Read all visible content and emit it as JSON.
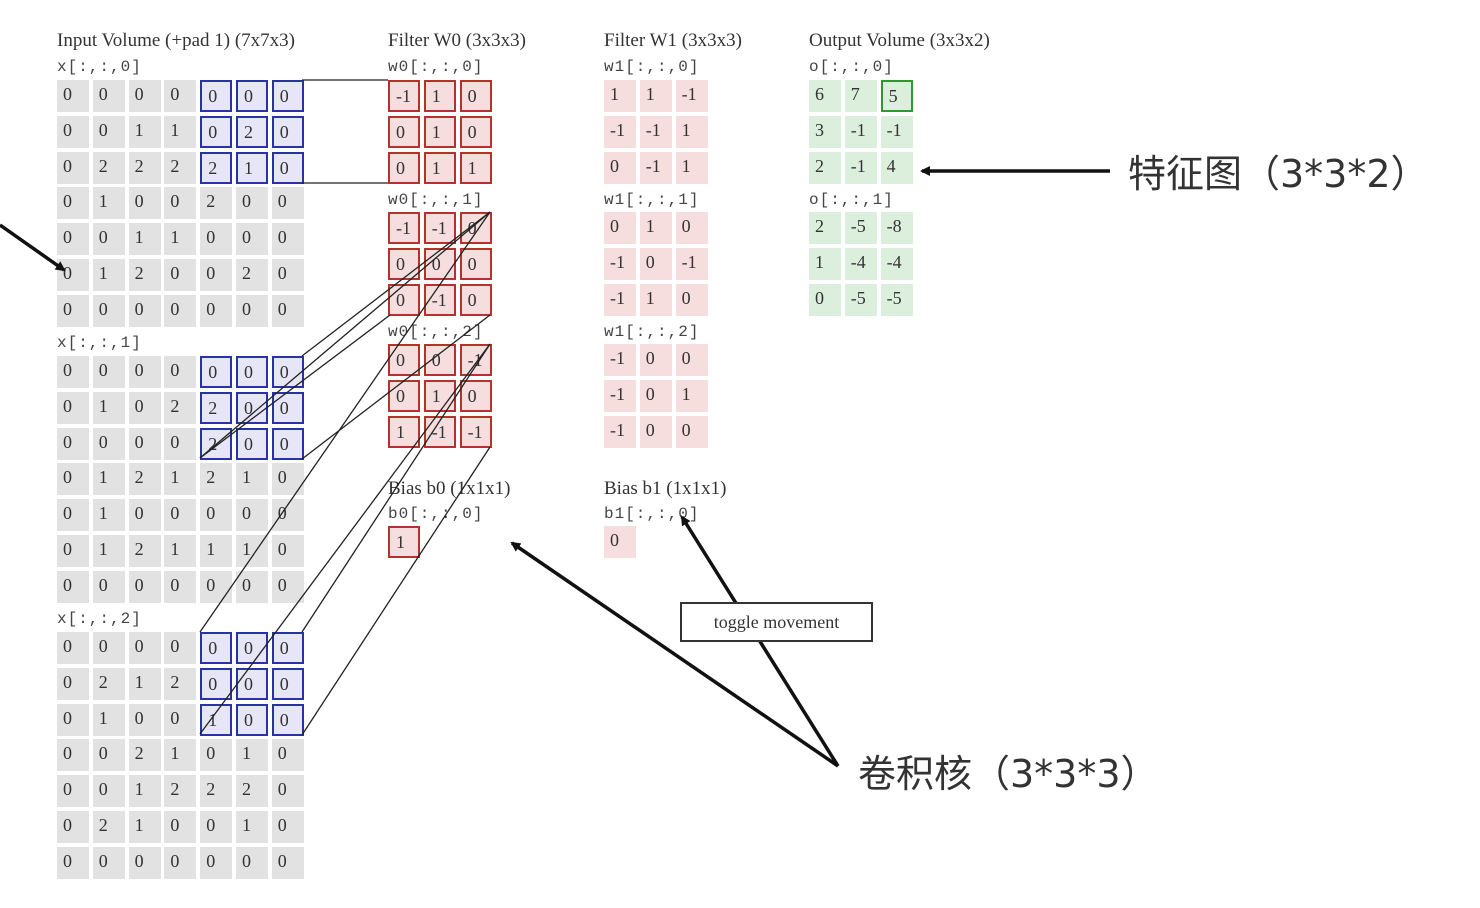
{
  "titles": {
    "input": "Input Volume (+pad 1) (7x7x3)",
    "w0": "Filter W0 (3x3x3)",
    "w1": "Filter W1 (3x3x3)",
    "out": "Output Volume (3x3x2)",
    "b0": "Bias b0 (1x1x1)",
    "b1": "Bias b1 (1x1x1)"
  },
  "labels": {
    "x0": "x[:,:,0]",
    "x1": "x[:,:,1]",
    "x2": "x[:,:,2]",
    "w00": "w0[:,:,0]",
    "w01": "w0[:,:,1]",
    "w02": "w0[:,:,2]",
    "w10": "w1[:,:,0]",
    "w11": "w1[:,:,1]",
    "w12": "w1[:,:,2]",
    "o0": "o[:,:,0]",
    "o1": "o[:,:,1]",
    "b0": "b0[:,:,0]",
    "b1": "b1[:,:,0]"
  },
  "input": [
    [
      [
        0,
        0,
        0,
        0,
        0,
        0,
        0
      ],
      [
        0,
        0,
        1,
        1,
        0,
        2,
        0
      ],
      [
        0,
        2,
        2,
        2,
        2,
        1,
        0
      ],
      [
        0,
        1,
        0,
        0,
        2,
        0,
        0
      ],
      [
        0,
        0,
        1,
        1,
        0,
        0,
        0
      ],
      [
        0,
        1,
        2,
        0,
        0,
        2,
        0
      ],
      [
        0,
        0,
        0,
        0,
        0,
        0,
        0
      ]
    ],
    [
      [
        0,
        0,
        0,
        0,
        0,
        0,
        0
      ],
      [
        0,
        1,
        0,
        2,
        2,
        0,
        0
      ],
      [
        0,
        0,
        0,
        0,
        2,
        0,
        0
      ],
      [
        0,
        1,
        2,
        1,
        2,
        1,
        0
      ],
      [
        0,
        1,
        0,
        0,
        0,
        0,
        0
      ],
      [
        0,
        1,
        2,
        1,
        1,
        1,
        0
      ],
      [
        0,
        0,
        0,
        0,
        0,
        0,
        0
      ]
    ],
    [
      [
        0,
        0,
        0,
        0,
        0,
        0,
        0
      ],
      [
        0,
        2,
        1,
        2,
        0,
        0,
        0
      ],
      [
        0,
        1,
        0,
        0,
        1,
        0,
        0
      ],
      [
        0,
        0,
        2,
        1,
        0,
        1,
        0
      ],
      [
        0,
        0,
        1,
        2,
        2,
        2,
        0
      ],
      [
        0,
        2,
        1,
        0,
        0,
        1,
        0
      ],
      [
        0,
        0,
        0,
        0,
        0,
        0,
        0
      ]
    ]
  ],
  "w0": [
    [
      [
        -1,
        1,
        0
      ],
      [
        0,
        1,
        0
      ],
      [
        0,
        1,
        1
      ]
    ],
    [
      [
        -1,
        -1,
        0
      ],
      [
        0,
        0,
        0
      ],
      [
        0,
        -1,
        0
      ]
    ],
    [
      [
        0,
        0,
        -1
      ],
      [
        0,
        1,
        0
      ],
      [
        1,
        -1,
        -1
      ]
    ]
  ],
  "w1": [
    [
      [
        1,
        1,
        -1
      ],
      [
        -1,
        -1,
        1
      ],
      [
        0,
        -1,
        1
      ]
    ],
    [
      [
        0,
        1,
        0
      ],
      [
        -1,
        0,
        -1
      ],
      [
        -1,
        1,
        0
      ]
    ],
    [
      [
        -1,
        0,
        0
      ],
      [
        -1,
        0,
        1
      ],
      [
        -1,
        0,
        0
      ]
    ]
  ],
  "output": [
    [
      [
        6,
        7,
        5
      ],
      [
        3,
        -1,
        -1
      ],
      [
        2,
        -1,
        4
      ]
    ],
    [
      [
        2,
        -5,
        -8
      ],
      [
        1,
        -4,
        -4
      ],
      [
        0,
        -5,
        -5
      ]
    ]
  ],
  "b0": 1,
  "b1": 0,
  "toggle_label": "toggle movement",
  "annotations": {
    "feature_map": "特征图（3*3*2）",
    "kernel": "卷积核（3*3*3）"
  },
  "colors": {
    "input_cell": "#e2e2e2",
    "window_cell": "#e6e6f7",
    "filter_cell": "#f6dede",
    "output_cell": "#dcefdc",
    "window_border": "#2833a6",
    "filter_border": "#b5332d",
    "output_border": "#2e9a2e"
  },
  "highlight": {
    "window_cols": [
      4,
      5,
      6
    ],
    "window_rows": [
      0,
      1,
      2
    ],
    "output_cell": [
      0,
      2
    ]
  }
}
